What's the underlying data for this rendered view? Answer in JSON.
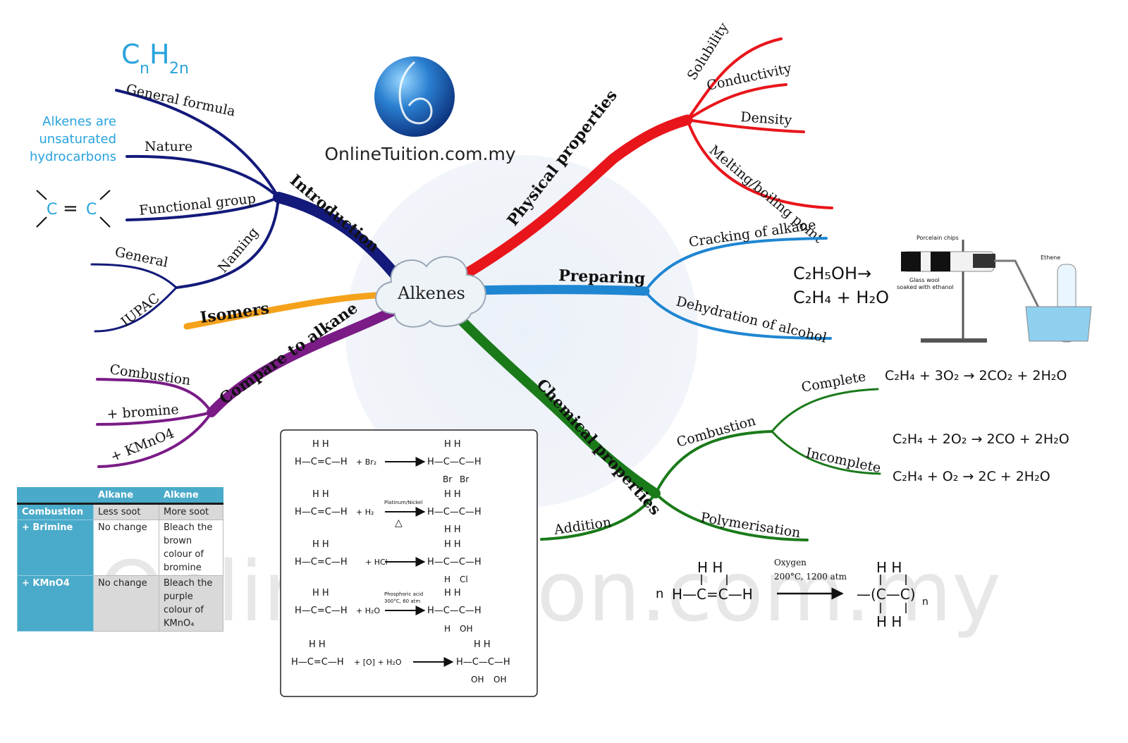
{
  "central_topic": "Alkenes",
  "logo": {
    "site": "OnlineTuition.com.my",
    "watermark": "OnlineTuition.com.my"
  },
  "colors": {
    "introduction": "#131a7a",
    "isomers": "#f5a21b",
    "compare": "#7a1b86",
    "physical": "#e8151b",
    "preparing": "#1f86d2",
    "chemical": "#1a7a1a",
    "accent_blue": "#29a3dd"
  },
  "branches": {
    "introduction": {
      "label": "Introduction",
      "subs": {
        "general_formula": "General formula",
        "nature": "Nature",
        "functional_group": "Functional group",
        "naming": "Naming",
        "naming_general": "General",
        "naming_iupac": "IUPAC"
      },
      "notes": {
        "formula_c": "C",
        "formula_n": "n",
        "formula_h": "H",
        "formula_2n": "2n",
        "nature_line1": "Alkenes are",
        "nature_line2": "unsaturated",
        "nature_line3": "hydrocarbons",
        "fg_c1": "C",
        "fg_eq": "=",
        "fg_c2": "C"
      }
    },
    "isomers": {
      "label": "Isomers"
    },
    "compare": {
      "label": "Compare to alkane",
      "subs": {
        "combustion": "Combustion",
        "bromine": "+ bromine",
        "kmno4": "+ KMnO4"
      }
    },
    "physical": {
      "label": "Physical properties",
      "subs": {
        "solubility": "Solubility",
        "conductivity": "Conductivity",
        "density": "Density",
        "melting": "Melting/boiling point"
      }
    },
    "preparing": {
      "label": "Preparing",
      "subs": {
        "cracking": "Cracking of alkane",
        "dehydration": "Dehydration of alcohol"
      },
      "equation": {
        "line1": "C₂H₅OH→",
        "line2": "C₂H₄ + H₂O"
      },
      "apparatus": {
        "porcelain": "Porcelain chips",
        "glasswool1": "Glass wool",
        "glasswool2": "soaked with ethanol",
        "ethene": "Ethene"
      }
    },
    "chemical": {
      "label": "Chemical properties",
      "subs": {
        "combustion": "Combustion",
        "complete": "Complete",
        "incomplete": "Incomplete",
        "addition": "Addition",
        "polymerisation": "Polymerisation"
      },
      "equations": {
        "complete": "C₂H₄ + 3O₂ → 2CO₂ + 2H₂O",
        "incomplete1": "C₂H₄ + 2O₂ → 2CO + 2H₂O",
        "incomplete2": "C₂H₄ + O₂ → 2C + 2H₂O"
      },
      "polymer": {
        "n": "n",
        "cond1": "Oxygen",
        "cond2": "200°C, 1200 atm",
        "sub_n": "n"
      }
    }
  },
  "reactions_box": {
    "r1_reagent": "+ Br₂",
    "r2_reagent": "+ H₂",
    "r2_cond": "Platinum/Nickel",
    "r2_heat": "△",
    "r3_reagent": "+ HCl",
    "r4_reagent": "+ H₂O",
    "r4_cond1": "Phosphoric acid",
    "r4_cond2": "300°C, 60 atm",
    "r5_reagent": "+ [O] + H₂O",
    "sub_br": "Br",
    "sub_cl": "Cl",
    "sub_oh": "OH"
  },
  "comparison_table": {
    "headers": [
      "",
      "Alkane",
      "Alkene"
    ],
    "rows": [
      {
        "label": "Combustion",
        "alkane": "Less soot",
        "alkene": "More soot"
      },
      {
        "label": "+ Brimine",
        "alkane": "No change",
        "alkene": "Bleach the brown colour of bromine"
      },
      {
        "label": "+ KMnO4",
        "alkane": "No change",
        "alkene": "Bleach the purple colour of KMnO₄"
      }
    ]
  }
}
